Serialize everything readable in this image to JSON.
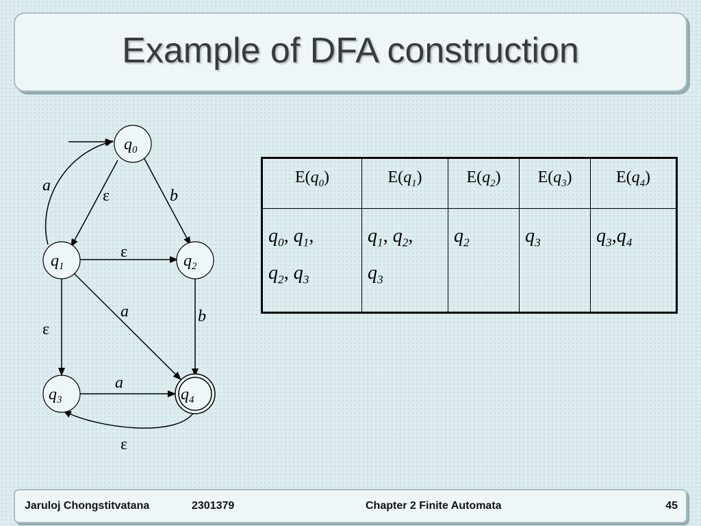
{
  "slide": {
    "title": "Example of DFA construction",
    "footer": {
      "author": "Jaruloj Chongstitvatana",
      "course": "2301379",
      "chapter": "Chapter 2 Finite Automata",
      "page": "45"
    }
  },
  "diagram": {
    "states": [
      {
        "id": "q0",
        "name": "q",
        "sub": "0",
        "accepting": false,
        "start": true
      },
      {
        "id": "q1",
        "name": "q",
        "sub": "1",
        "accepting": false,
        "start": false
      },
      {
        "id": "q2",
        "name": "q",
        "sub": "2",
        "accepting": false,
        "start": false
      },
      {
        "id": "q3",
        "name": "q",
        "sub": "3",
        "accepting": false,
        "start": false
      },
      {
        "id": "q4",
        "name": "q",
        "sub": "4",
        "accepting": true,
        "start": false
      }
    ],
    "transitions": [
      {
        "from": "q0",
        "to": "q1",
        "symbol": "ε"
      },
      {
        "from": "q1",
        "to": "q0",
        "symbol": "a"
      },
      {
        "from": "q0",
        "to": "q2",
        "symbol": "b"
      },
      {
        "from": "q1",
        "to": "q2",
        "symbol": "ε"
      },
      {
        "from": "q1",
        "to": "q4",
        "symbol": "a"
      },
      {
        "from": "q2",
        "to": "q4",
        "symbol": "b"
      },
      {
        "from": "q1",
        "to": "q3",
        "symbol": "ε"
      },
      {
        "from": "q3",
        "to": "q4",
        "symbol": "a"
      },
      {
        "from": "q4",
        "to": "q3",
        "symbol": "ε"
      }
    ]
  },
  "closure_table": {
    "headers": [
      {
        "pre": "E(",
        "name": "q",
        "sub": "0",
        "post": ")"
      },
      {
        "pre": "E(",
        "name": "q",
        "sub": "1",
        "post": ")"
      },
      {
        "pre": "E(",
        "name": "q",
        "sub": "2",
        "post": ")"
      },
      {
        "pre": "E(",
        "name": "q",
        "sub": "3",
        "post": ")"
      },
      {
        "pre": "E(",
        "name": "q",
        "sub": "4",
        "post": ")"
      }
    ],
    "rows": [
      [
        [
          [
            "q",
            "0",
            ", "
          ],
          [
            "q",
            "1",
            ","
          ],
          [
            "q",
            "2",
            ", "
          ],
          [
            "q",
            "3",
            ""
          ]
        ],
        [
          [
            "q",
            "1",
            ", "
          ],
          [
            "q",
            "2",
            ","
          ],
          [
            "q",
            "3",
            ""
          ]
        ],
        [
          [
            "q",
            "2",
            ""
          ]
        ],
        [
          [
            "q",
            "3",
            ""
          ]
        ],
        [
          [
            "q",
            "3",
            ","
          ],
          [
            "q",
            "4",
            ""
          ]
        ]
      ]
    ]
  }
}
